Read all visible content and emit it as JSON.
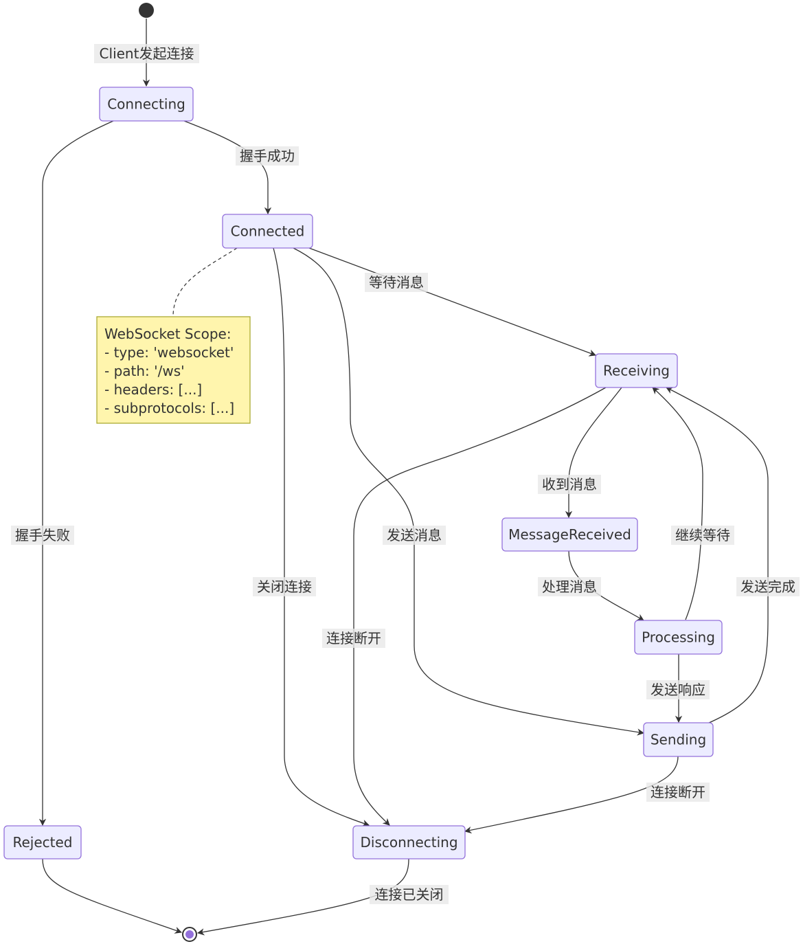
{
  "diagram": {
    "type": "state-diagram",
    "states": {
      "connecting": "Connecting",
      "connected": "Connected",
      "receiving": "Receiving",
      "message_received": "MessageReceived",
      "processing": "Processing",
      "sending": "Sending",
      "rejected": "Rejected",
      "disconnecting": "Disconnecting"
    },
    "transitions": {
      "start_to_connecting": "Client发起连接",
      "connecting_to_connected": "握手成功",
      "connecting_to_rejected": "握手失败",
      "connected_to_receiving": "等待消息",
      "connected_to_sending": "发送消息",
      "connected_to_disconnecting": "关闭连接",
      "receiving_to_message_received": "收到消息",
      "receiving_to_disconnecting": "连接断开",
      "message_received_to_processing": "处理消息",
      "processing_to_receiving": "继续等待",
      "processing_to_sending": "发送响应",
      "sending_to_receiving": "发送完成",
      "sending_to_disconnecting": "连接断开",
      "disconnecting_to_end": "连接已关闭"
    },
    "note": {
      "lines": [
        "WebSocket Scope:",
        "- type: 'websocket'",
        "- path: '/ws'",
        "- headers: [...]",
        "- subprotocols: [...]"
      ]
    },
    "colors": {
      "state_fill": "#ececff",
      "state_border": "#9370db",
      "note_fill": "#fff5ad",
      "note_border": "#aaaa33",
      "end_marker": "#9370db"
    }
  }
}
